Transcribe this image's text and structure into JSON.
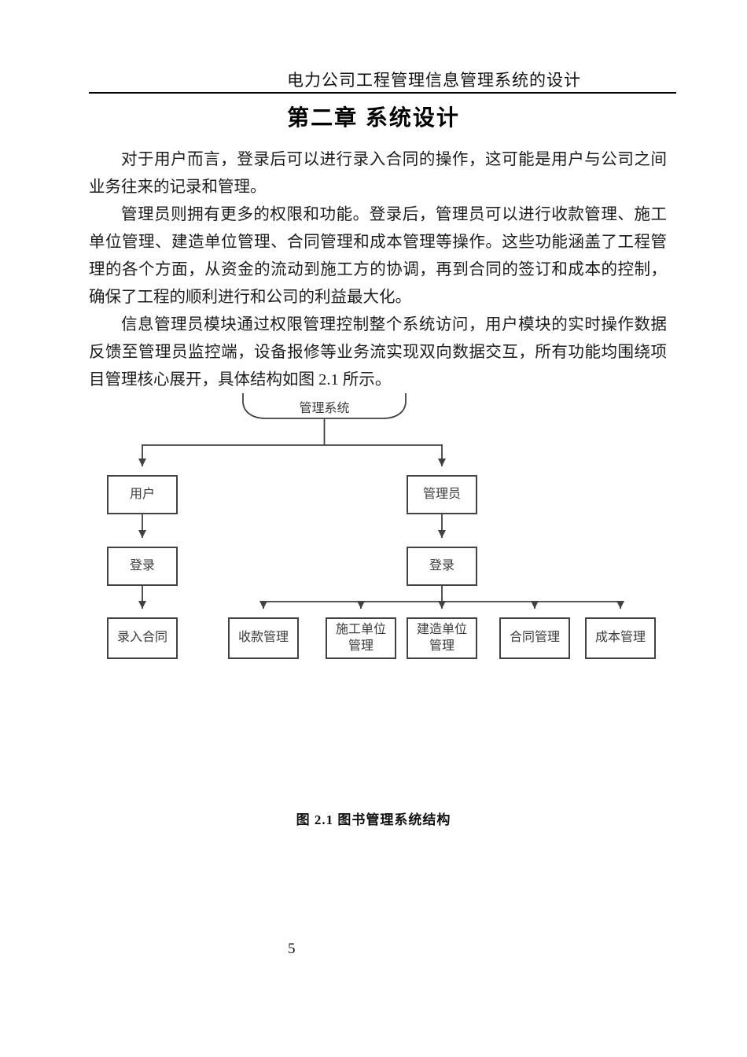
{
  "page": {
    "header": "电力公司工程管理信息管理系统的设计",
    "chapter_title": "第二章  系统设计",
    "paragraphs": [
      "对于用户而言，登录后可以进行录入合同的操作，这可能是用户与公司之间业务往来的记录和管理。",
      "管理员则拥有更多的权限和功能。登录后，管理员可以进行收款管理、施工单位管理、建造单位管理、合同管理和成本管理等操作。这些功能涵盖了工程管理的各个方面，从资金的流动到施工方的协调，再到合同的签订和成本的控制，确保了工程的顺利进行和公司的利益最大化。",
      "信息管理员模块通过权限管理控制整个系统访问，用户模块的实时操作数据反馈至管理员监控端，设备报修等业务流实现双向数据交互，所有功能均围绕项目管理核心展开，具体结构如图 2.1 所示。"
    ],
    "figure_caption": "图 2.1 图书管理系统结构",
    "page_number": "5"
  },
  "diagram": {
    "root_label": "管理系统",
    "nodes": {
      "user": "用户",
      "admin": "管理员",
      "user_login": "登录",
      "admin_login": "登录",
      "enter_contract": "录入合同",
      "payment": "收款管理",
      "construction": "施工单位\n管理",
      "building": "建造单位\n管理",
      "contract": "合同管理",
      "cost": "成本管理"
    },
    "colors": {
      "line": "#414141",
      "border": "#434343",
      "text": "#3b3b3b"
    }
  }
}
